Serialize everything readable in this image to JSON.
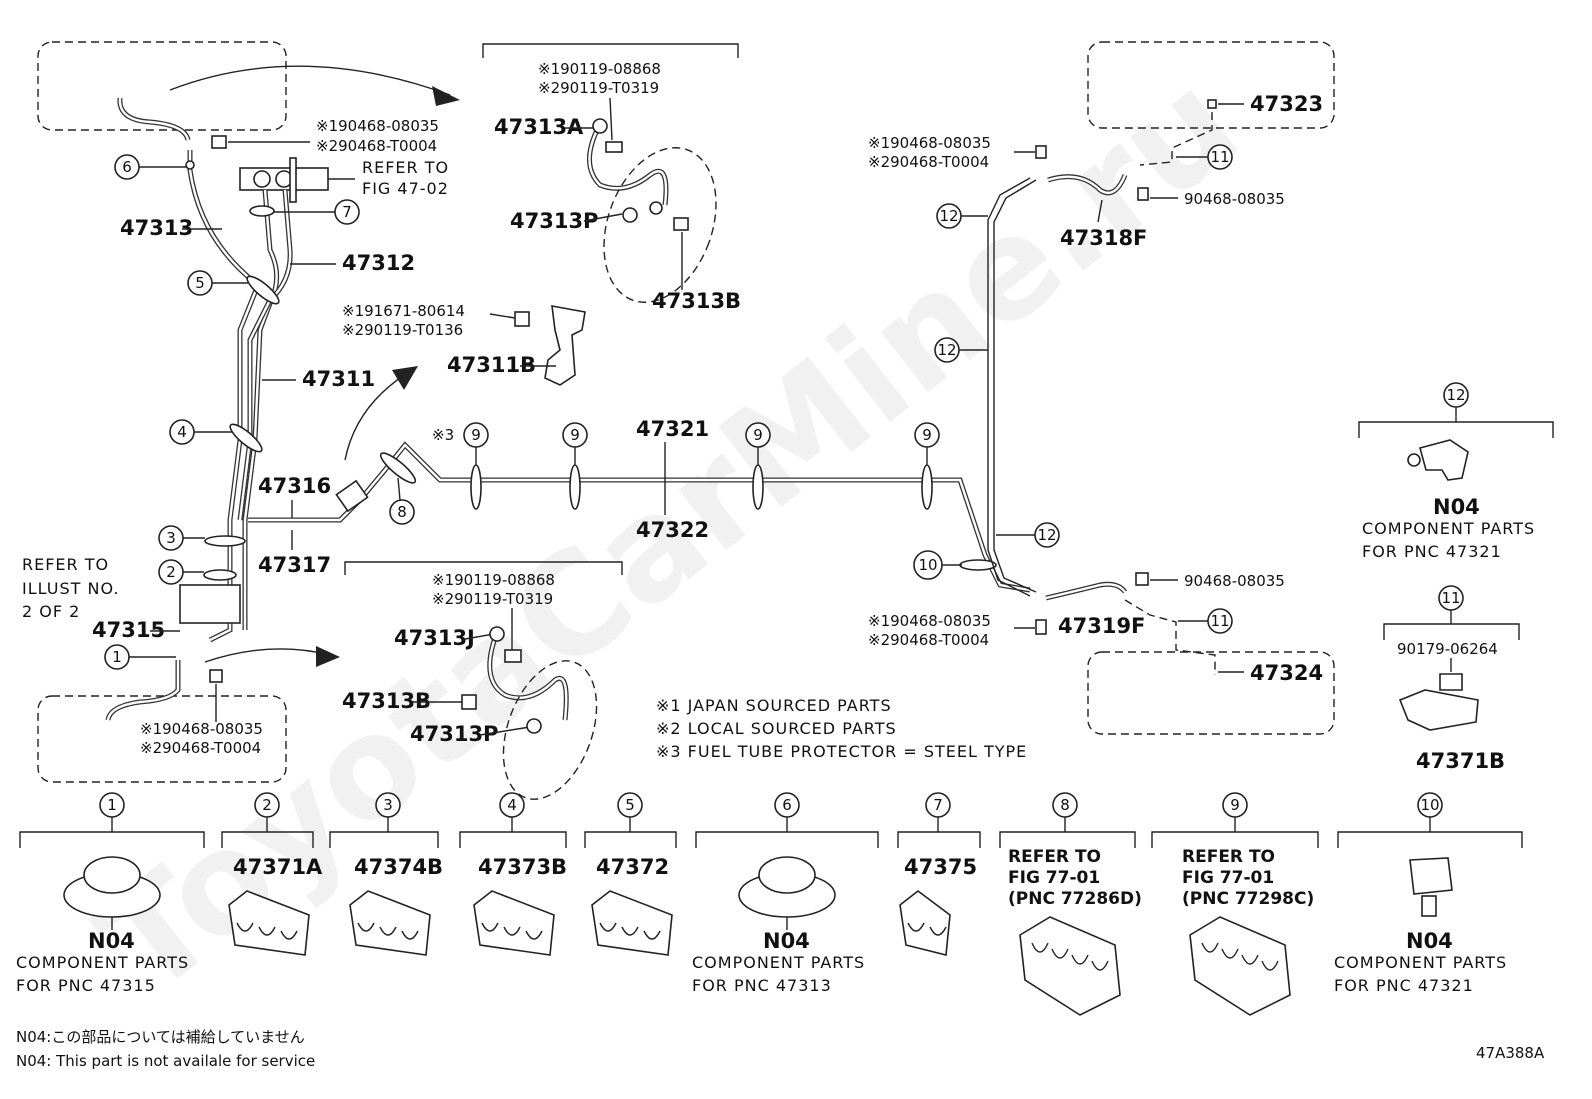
{
  "watermark": "ToyotaCarMine.ru",
  "footer": {
    "n04_jp": "N04:この部品については補給していません",
    "n04_en": "N04: This part is not availale for service",
    "figure_code": "47A388A"
  },
  "notes": {
    "note1": "※1 JAPAN SOURCED PARTS",
    "note2": "※2 LOCAL SOURCED PARTS",
    "note3": "※3 FUEL TUBE PROTECTOR = STEEL TYPE"
  },
  "callouts": {
    "c1": "1",
    "c2": "2",
    "c3": "3",
    "c4": "4",
    "c5": "5",
    "c6": "6",
    "c7": "7",
    "c8": "8",
    "c9": "9",
    "c10": "10",
    "c11": "11",
    "c12": "12",
    "x3": "※3"
  },
  "refer": {
    "fig4702_a": "REFER TO",
    "fig4702_b": "FIG 47-02",
    "illust_a": "REFER TO",
    "illust_b": "ILLUST NO.",
    "illust_c": "2 OF 2"
  },
  "labels": {
    "p47313": "47313",
    "p47312": "47312",
    "p47311": "47311",
    "p47316": "47316",
    "p47317": "47317",
    "p47315": "47315",
    "p47321": "47321",
    "p47322": "47322",
    "p47313A": "47313A",
    "p47313P_top": "47313P",
    "p47313B_top": "47313B",
    "p47311B": "47311B",
    "p47313J": "47313J",
    "p47313B_bot": "47313B",
    "p47313P_bot": "47313P",
    "p47323": "47323",
    "p47318F": "47318F",
    "p47319F": "47319F",
    "p47324": "47324",
    "p47371B": "47371B"
  },
  "part_numbers": {
    "tl_a": "※190468-08035",
    "tl_b": "※290468-T0004",
    "tc_a": "※190119-08868",
    "tc_b": "※290119-T0319",
    "mid_a": "※191671-80614",
    "mid_b": "※290119-T0136",
    "bc_a": "※190119-08868",
    "bc_b": "※290119-T0319",
    "bl_a": "※190468-08035",
    "bl_b": "※290468-T0004",
    "tr_a": "※190468-08035",
    "tr_b": "※290468-T0004",
    "tr_c": "90468-08035",
    "br_a": "90468-08035",
    "br_b": "※190468-08035",
    "br_c": "※290468-T0004",
    "r11": "90179-06264"
  },
  "bottom_parts": [
    {
      "num": "1",
      "code": "N04",
      "line1": "COMPONENT  PARTS",
      "line2": "FOR  PNC  47315"
    },
    {
      "num": "2",
      "code": "47371A"
    },
    {
      "num": "3",
      "code": "47374B"
    },
    {
      "num": "4",
      "code": "47373B"
    },
    {
      "num": "5",
      "code": "47372"
    },
    {
      "num": "6",
      "code": "N04",
      "line1": "COMPONENT  PARTS",
      "line2": "FOR  PNC  47313"
    },
    {
      "num": "7",
      "code": "47375"
    },
    {
      "num": "8",
      "line1": "REFER  TO",
      "line2": "FIG  77-01",
      "line3": "(PNC  77286D)"
    },
    {
      "num": "9",
      "line1": "REFER  TO",
      "line2": "FIG  77-01",
      "line3": "(PNC  77298C)"
    },
    {
      "num": "10",
      "code": "N04",
      "line1": "COMPONENT  PARTS",
      "line2": "FOR  PNC  47321"
    }
  ],
  "right_parts": {
    "r12": {
      "num": "12",
      "code": "N04",
      "line1": "COMPONENT  PARTS",
      "line2": "FOR  PNC  47321"
    },
    "r11": {
      "num": "11"
    }
  }
}
